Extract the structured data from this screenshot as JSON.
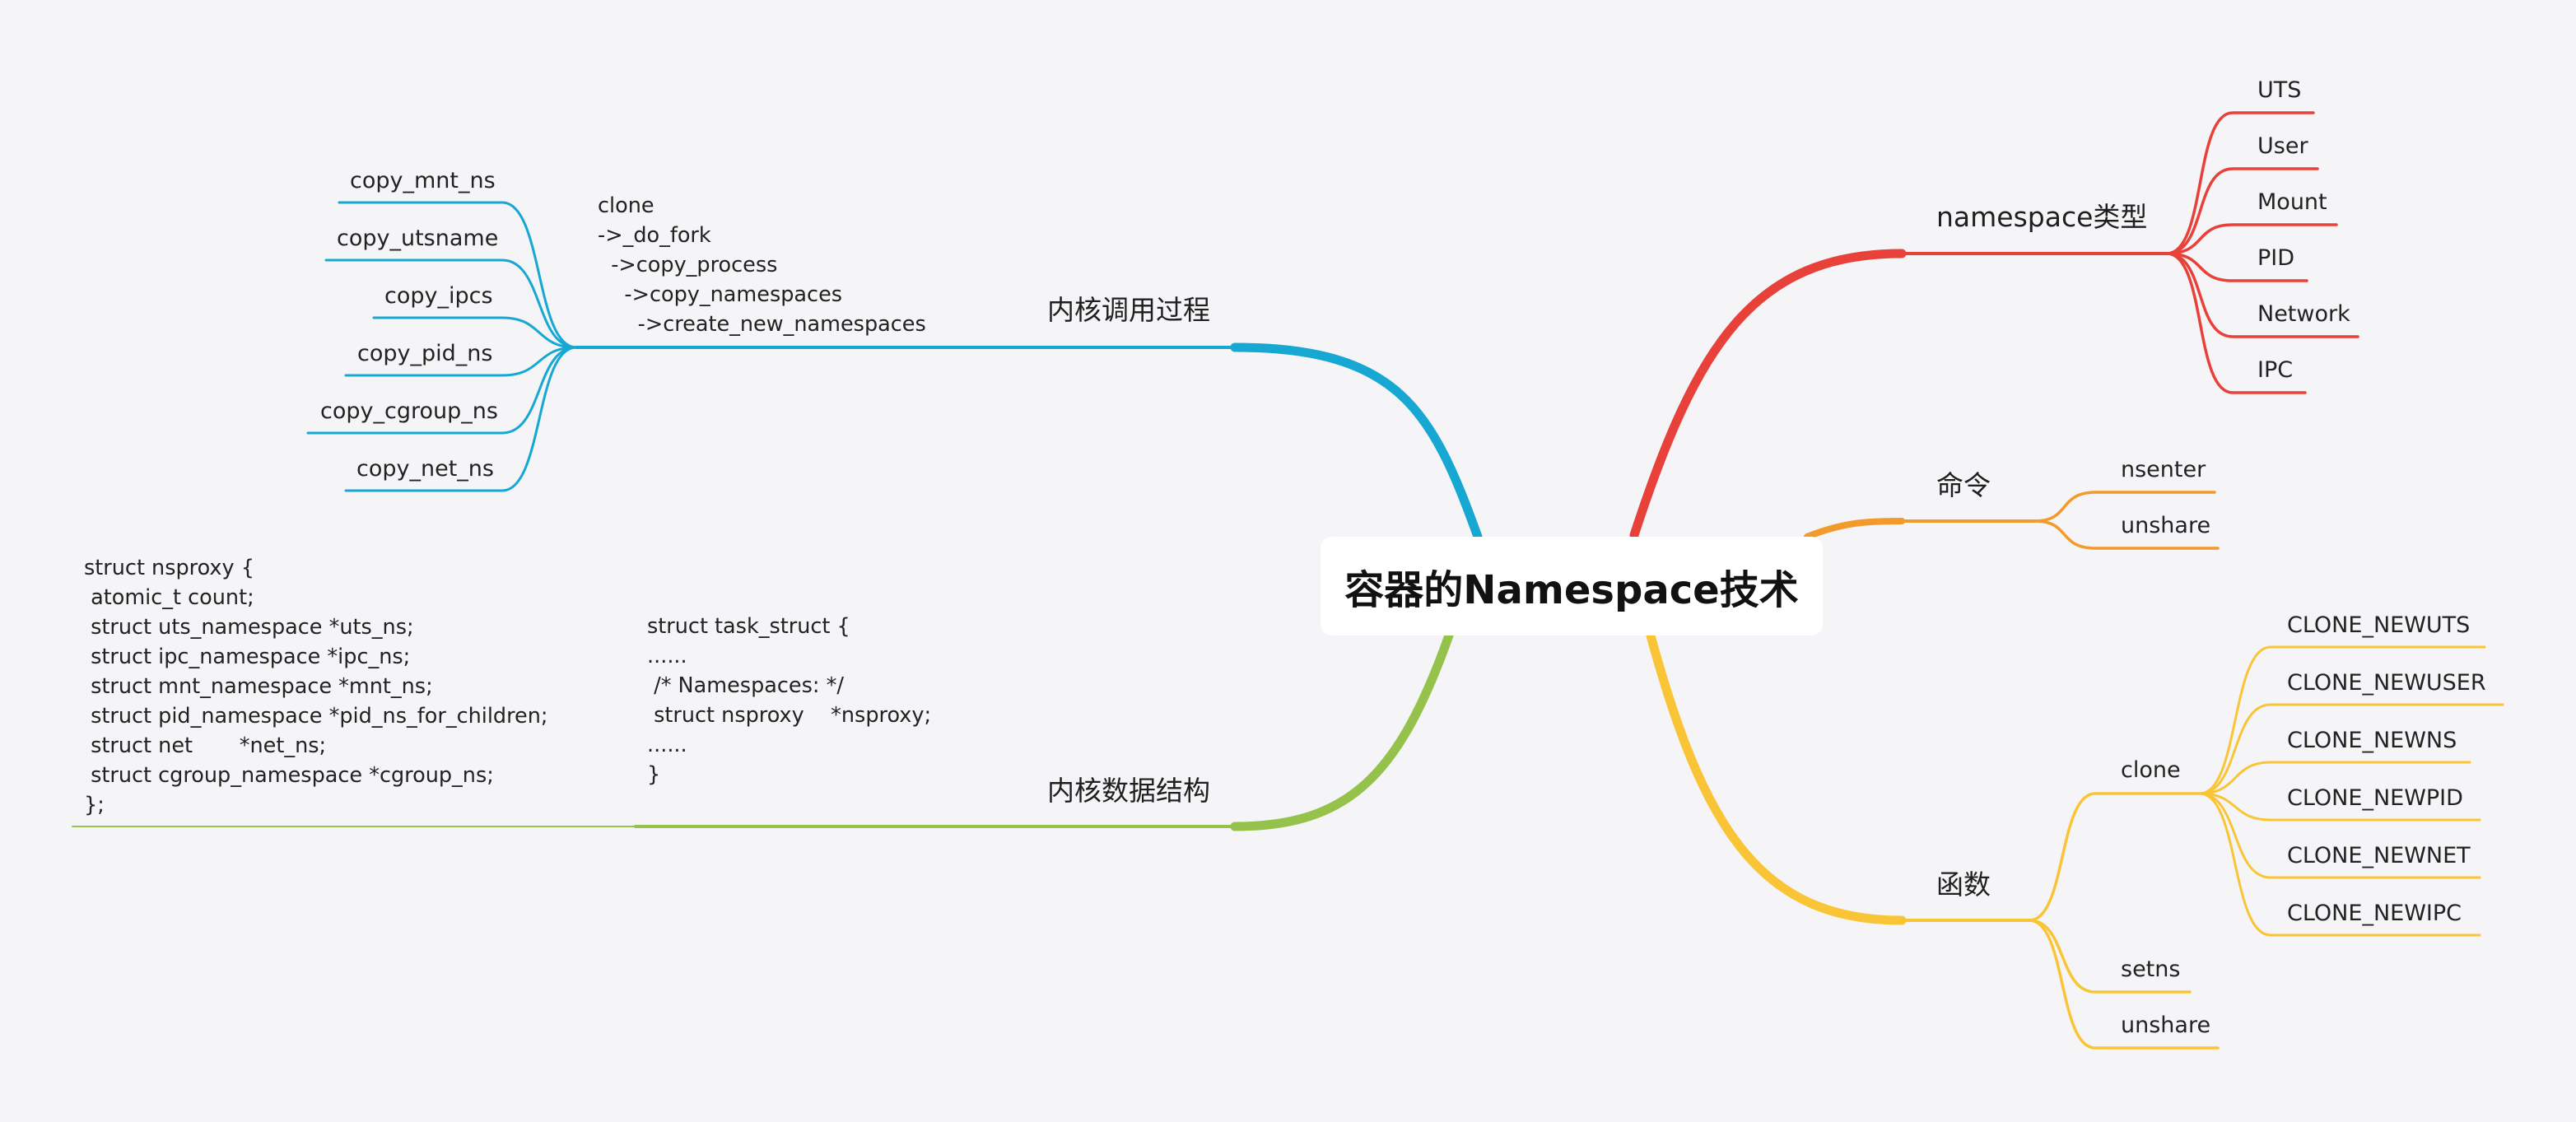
{
  "title": "容器的Namespace技术",
  "colors": {
    "red": "#e8413a",
    "orange": "#f39a2c",
    "yellow": "#f9c537",
    "blue": "#16a7d3",
    "green": "#94c24a"
  },
  "branches": {
    "ns_types": {
      "label": "namespace类型",
      "items": [
        "UTS",
        "User",
        "Mount",
        "PID",
        "Network",
        "IPC"
      ]
    },
    "commands": {
      "label": "命令",
      "items": [
        "nsenter",
        "unshare"
      ]
    },
    "functions": {
      "label": "函数",
      "clone_label": "clone",
      "clone_flags": [
        "CLONE_NEWUTS",
        "CLONE_NEWUSER",
        "CLONE_NEWNS",
        "CLONE_NEWPID",
        "CLONE_NEWNET",
        "CLONE_NEWIPC"
      ],
      "setns_label": "setns",
      "unshare_label": "unshare"
    },
    "kernel_calls": {
      "label": "内核调用过程",
      "chain": "clone\n->_do_fork\n  ->copy_process\n    ->copy_namespaces\n      ->create_new_namespaces",
      "items": [
        "copy_mnt_ns",
        "copy_utsname",
        "copy_ipcs",
        "copy_pid_ns",
        "copy_cgroup_ns",
        "copy_net_ns"
      ]
    },
    "kernel_data": {
      "label": "内核数据结构",
      "task_struct": "struct task_struct {\n......\n /* Namespaces: */\n struct nsproxy    *nsproxy;\n......\n}",
      "nsproxy": "struct nsproxy {\n atomic_t count;\n struct uts_namespace *uts_ns;\n struct ipc_namespace *ipc_ns;\n struct mnt_namespace *mnt_ns;\n struct pid_namespace *pid_ns_for_children;\n struct net       *net_ns;\n struct cgroup_namespace *cgroup_ns;\n};"
    }
  }
}
